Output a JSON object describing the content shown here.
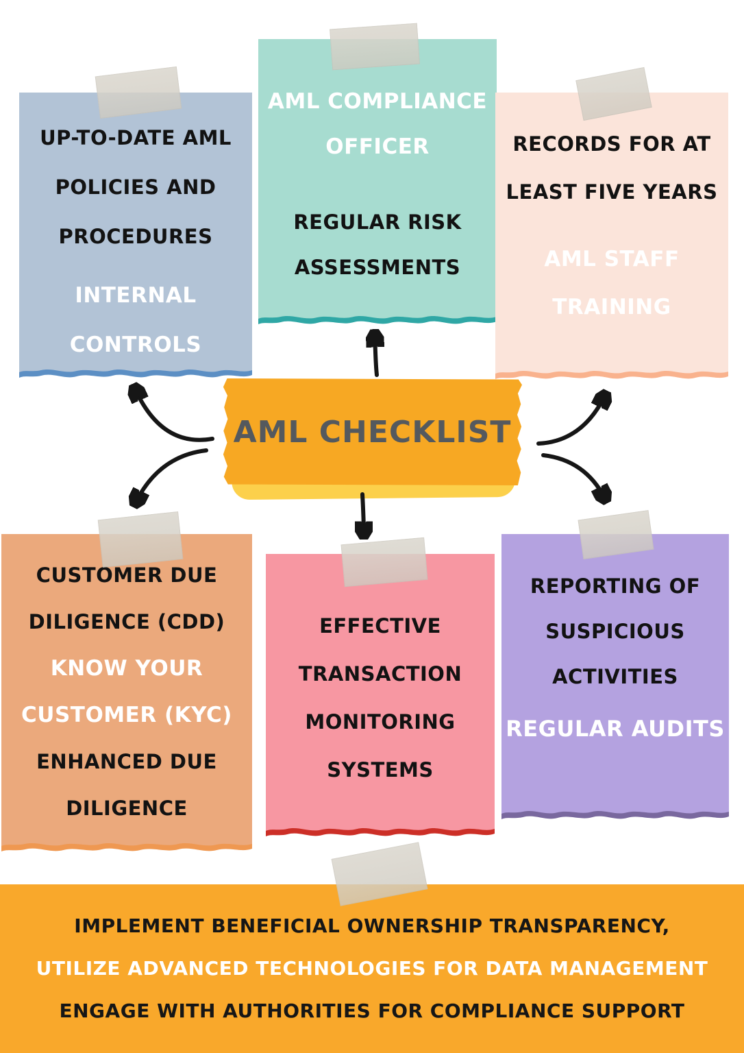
{
  "banner": {
    "title": "AML CHECKLIST",
    "bg_color": "#f7a823",
    "shadow_color": "#fcd04b",
    "text_color": "#54595e"
  },
  "notes": {
    "top_left": {
      "bg": "#b2c3d6",
      "accent": "#5c8fc4",
      "lines": [
        {
          "text": "UP-TO-DATE AML",
          "tone": "dark"
        },
        {
          "text": "POLICIES AND",
          "tone": "dark"
        },
        {
          "text": "PROCEDURES",
          "tone": "dark"
        },
        {
          "text": "INTERNAL",
          "tone": "light"
        },
        {
          "text": "CONTROLS",
          "tone": "light"
        }
      ]
    },
    "top_center": {
      "bg": "#a7dcd0",
      "accent": "#2fa7a5",
      "lines": [
        {
          "text": "AML COMPLIANCE",
          "tone": "light"
        },
        {
          "text": "OFFICER",
          "tone": "light"
        },
        {
          "text": "REGULAR RISK",
          "tone": "dark"
        },
        {
          "text": "ASSESSMENTS",
          "tone": "dark"
        }
      ]
    },
    "top_right": {
      "bg": "#fbe4da",
      "accent": "#f9b28d",
      "lines": [
        {
          "text": "RECORDS FOR AT",
          "tone": "dark"
        },
        {
          "text": "LEAST FIVE YEARS",
          "tone": "dark"
        },
        {
          "text": "AML STAFF",
          "tone": "light"
        },
        {
          "text": "TRAINING",
          "tone": "light"
        }
      ]
    },
    "bottom_left": {
      "bg": "#eba97c",
      "accent": "#ef9851",
      "lines": [
        {
          "text": "CUSTOMER DUE",
          "tone": "dark"
        },
        {
          "text": "DILIGENCE (CDD)",
          "tone": "dark"
        },
        {
          "text": "KNOW YOUR",
          "tone": "light"
        },
        {
          "text": "CUSTOMER (KYC)",
          "tone": "light"
        },
        {
          "text": "ENHANCED DUE",
          "tone": "dark"
        },
        {
          "text": "DILIGENCE",
          "tone": "dark"
        }
      ]
    },
    "bottom_center": {
      "bg": "#f797a2",
      "accent": "#cc2f27",
      "lines": [
        {
          "text": "EFFECTIVE",
          "tone": "dark"
        },
        {
          "text": "TRANSACTION",
          "tone": "dark"
        },
        {
          "text": "MONITORING",
          "tone": "dark"
        },
        {
          "text": "SYSTEMS",
          "tone": "dark"
        }
      ]
    },
    "bottom_right": {
      "bg": "#b4a2e0",
      "accent": "#79689e",
      "lines": [
        {
          "text": "REPORTING OF",
          "tone": "dark"
        },
        {
          "text": "SUSPICIOUS",
          "tone": "dark"
        },
        {
          "text": "ACTIVITIES",
          "tone": "dark"
        },
        {
          "text": "REGULAR AUDITS",
          "tone": "light"
        }
      ]
    }
  },
  "footer": {
    "bg": "#f9a82b",
    "lines": [
      {
        "text": "IMPLEMENT BENEFICIAL OWNERSHIP TRANSPARENCY,",
        "tone": "dark"
      },
      {
        "text": "UTILIZE ADVANCED TECHNOLOGIES FOR DATA MANAGEMENT",
        "tone": "light"
      },
      {
        "text": "ENGAGE WITH AUTHORITIES FOR COMPLIANCE SUPPORT",
        "tone": "dark"
      }
    ]
  }
}
